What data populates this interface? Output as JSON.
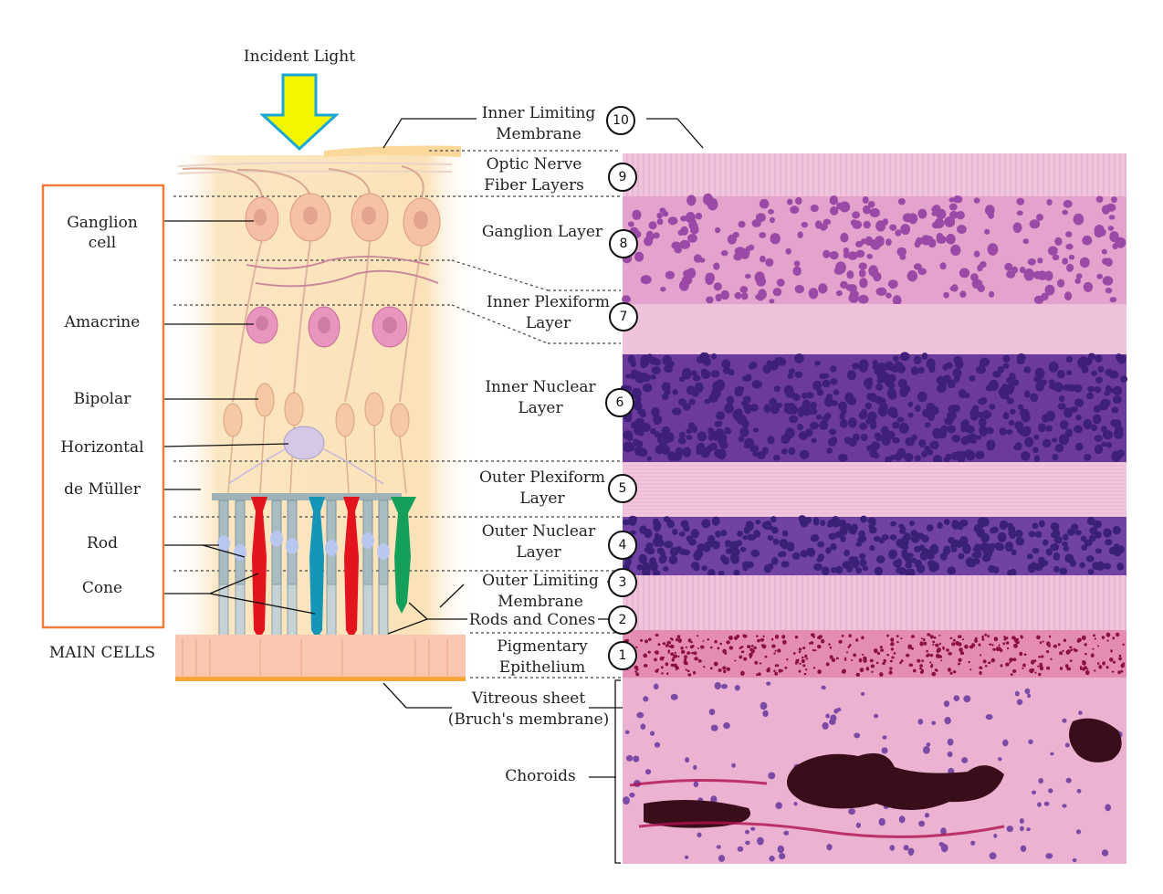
{
  "title": "Incident Light",
  "cells_box_caption": "MAIN CELLS",
  "cells": [
    {
      "label": "Ganglion\ncell"
    },
    {
      "label": "Amacrine"
    },
    {
      "label": "Bipolar"
    },
    {
      "label": "Horizontal"
    },
    {
      "label": "de Müller"
    },
    {
      "label": "Rod"
    },
    {
      "label": "Cone"
    }
  ],
  "layers": [
    {
      "number": "10",
      "label_line1": "Inner Limiting",
      "label_line2": "Membrane"
    },
    {
      "number": "9",
      "label_line1": "Optic Nerve",
      "label_line2": "Fiber Layers"
    },
    {
      "number": "8",
      "label_line1": "Ganglion Layer",
      "label_line2": ""
    },
    {
      "number": "7",
      "label_line1": "Inner Plexiform",
      "label_line2": "Layer"
    },
    {
      "number": "6",
      "label_line1": "Inner Nuclear",
      "label_line2": "Layer"
    },
    {
      "number": "5",
      "label_line1": "Outer Plexiform",
      "label_line2": "Layer"
    },
    {
      "number": "4",
      "label_line1": "Outer Nuclear",
      "label_line2": "Layer"
    },
    {
      "number": "3",
      "label_line1": "Outer Limiting",
      "label_line2": "Membrane"
    },
    {
      "number": "2",
      "label_line1": "Rods and Cones",
      "label_line2": ""
    },
    {
      "number": "1",
      "label_line1": "Pigmentary",
      "label_line2": "Epithelium"
    }
  ],
  "other_labels": {
    "vitreous_line1": "Vitreous sheet",
    "vitreous_line2": "(Bruch's membrane)",
    "choroids": "Choroids"
  },
  "colors": {
    "arrow": "#f5f500",
    "arrow_outline": "#1aa7d6",
    "box": "#f07a3a",
    "glia": "#fbe2b8",
    "ganglion": "#f6c2a6",
    "amacrine": "#e895bf",
    "rod": "#9fb2b8",
    "cone_red": "#e3141e",
    "cone_blue": "#1596b8",
    "cone_green": "#14a05a",
    "stain_pink": "#e9a9cf",
    "stain_nuclei": "#4a2a8a"
  }
}
